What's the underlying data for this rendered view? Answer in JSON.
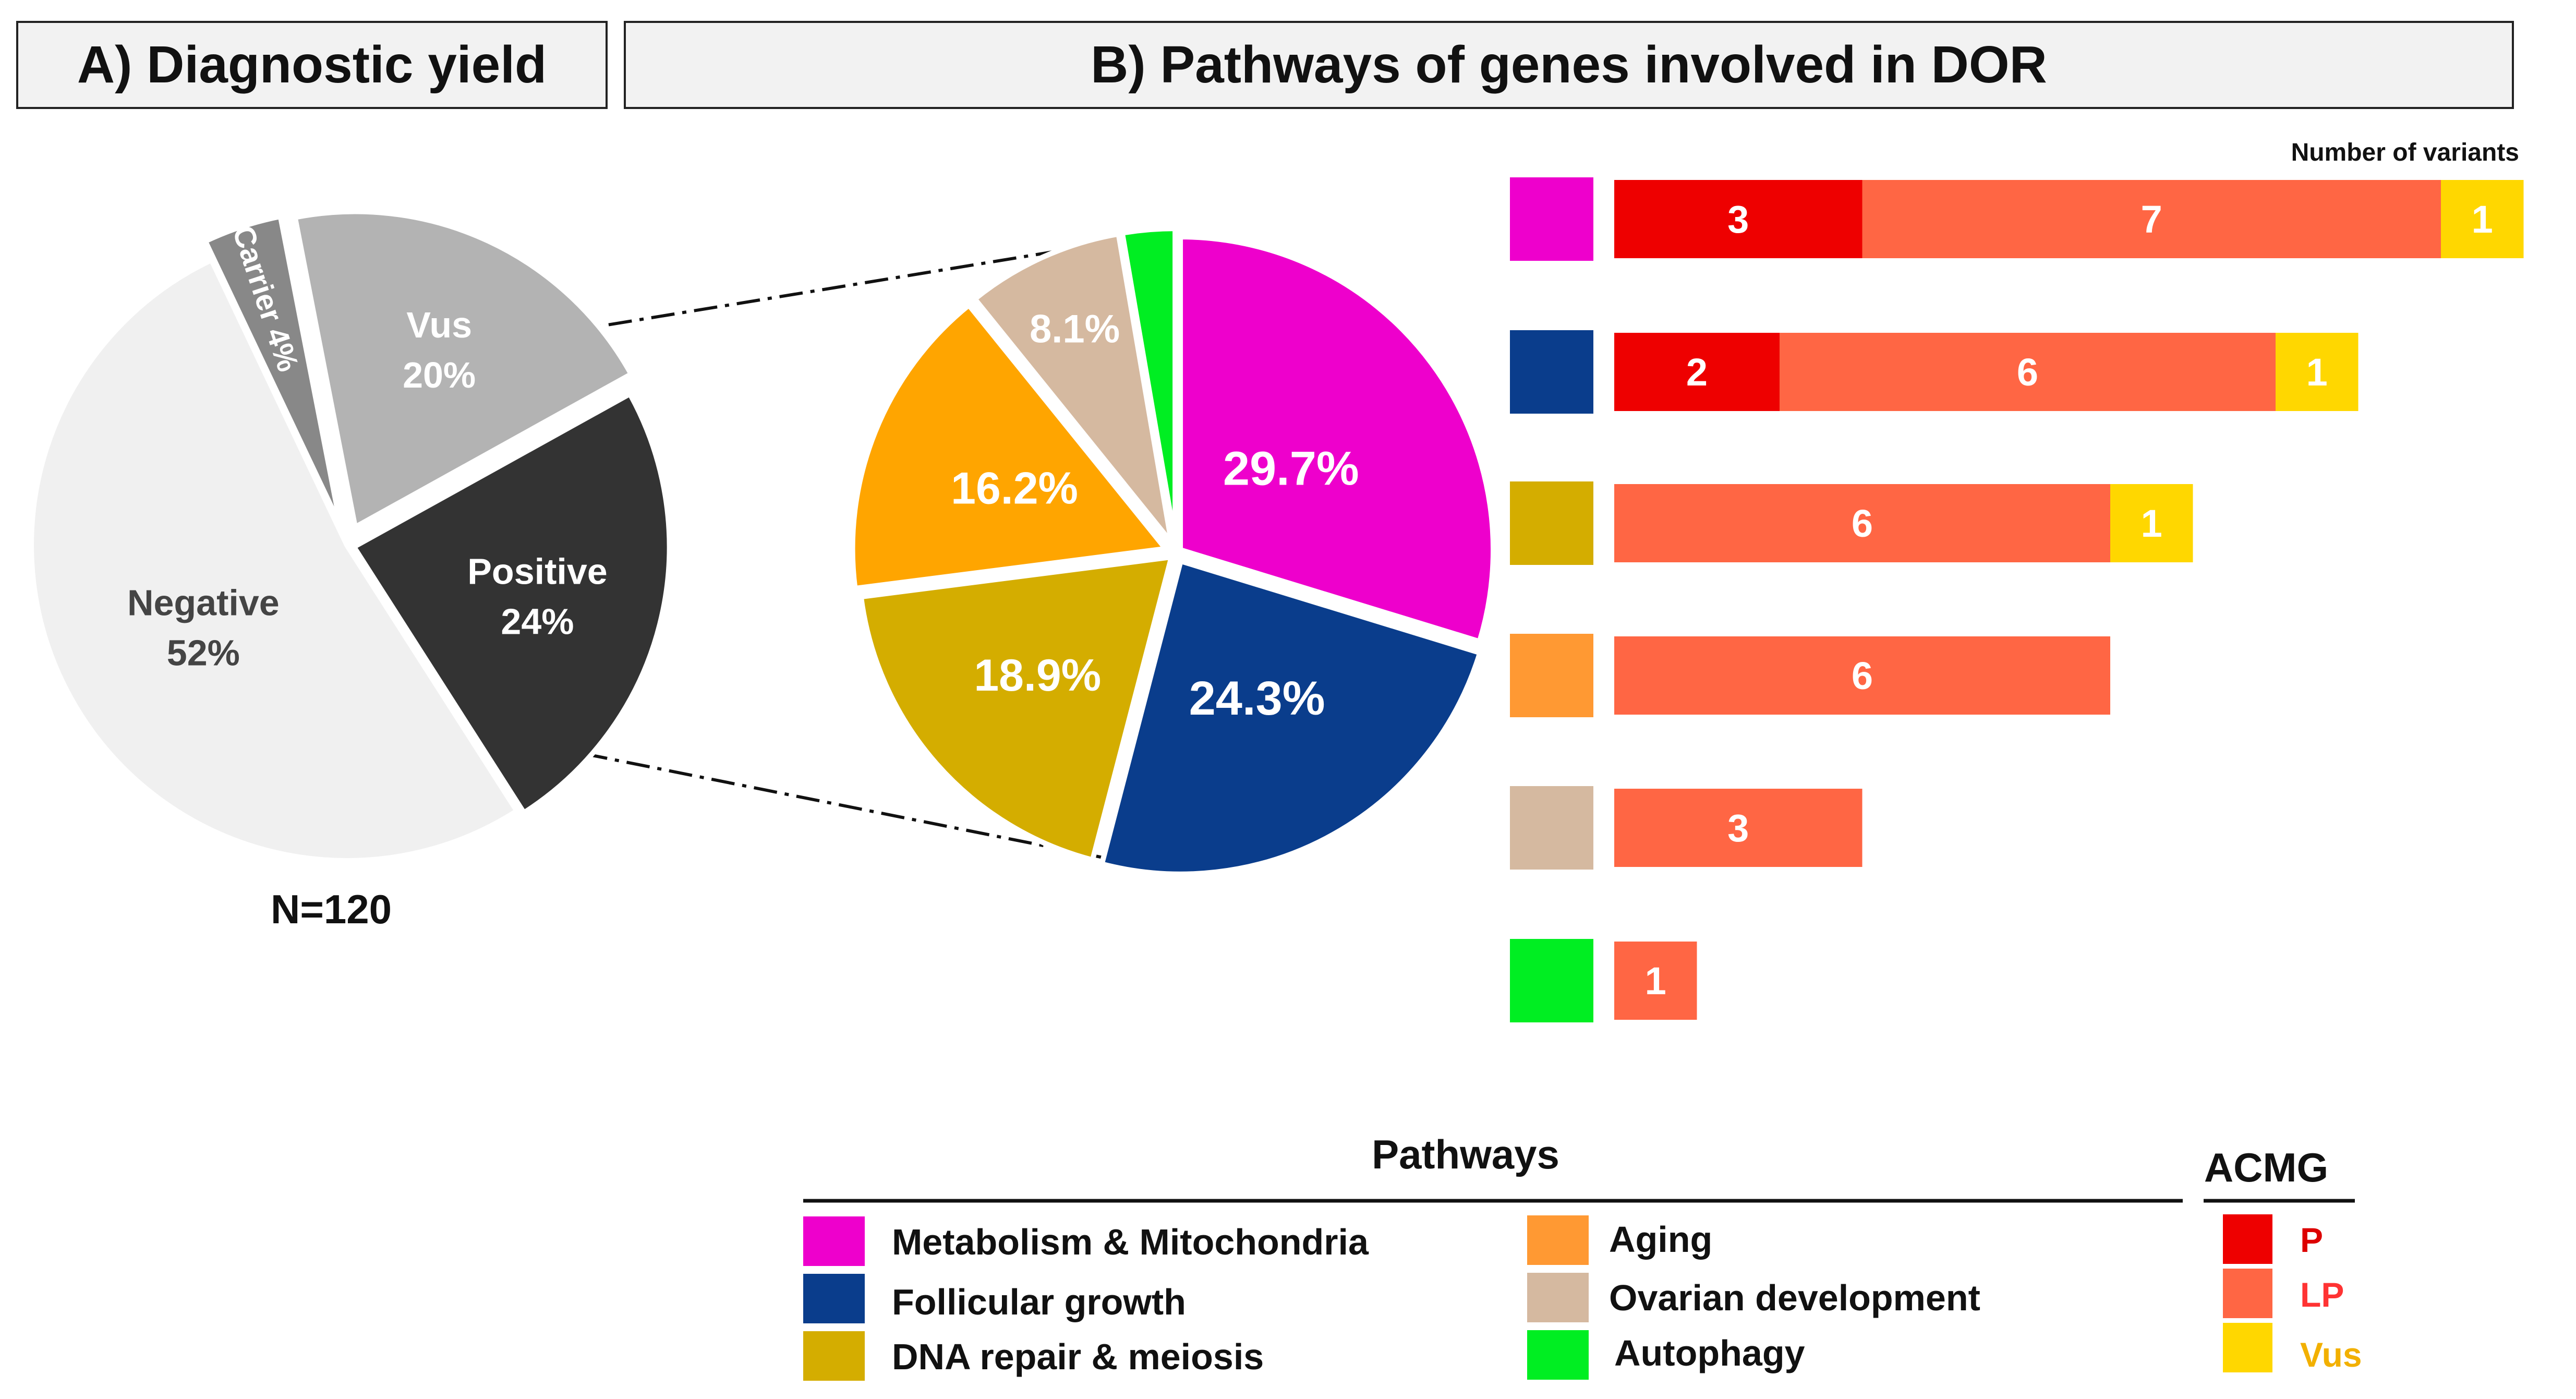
{
  "panels": {
    "a_title": "A) Diagnostic yield",
    "b_title": "B) Pathways of genes involved in DOR"
  },
  "chart_data": [
    {
      "type": "pie",
      "panel": "A",
      "total_label": "N=120",
      "slices": [
        {
          "label": "Positive",
          "value": 24,
          "value_label": "24%",
          "color": "#333333"
        },
        {
          "label": "Negative",
          "value": 52,
          "value_label": "52%",
          "color": "#f0f0f0"
        },
        {
          "label": "Carrier",
          "value": 4,
          "value_label": "4%",
          "color": "#888888"
        },
        {
          "label": "Vus",
          "value": 20,
          "value_label": "20%",
          "color": "#b3b3b3"
        }
      ]
    },
    {
      "type": "pie",
      "panel": "B",
      "slices": [
        {
          "label": "Metabolism & Mitochondria",
          "value": 29.7,
          "value_label": "29.7%",
          "color": "#ee00cc"
        },
        {
          "label": "Follicular growth",
          "value": 24.3,
          "value_label": "24.3%",
          "color": "#0a3d8c"
        },
        {
          "label": "DNA repair & meiosis",
          "value": 18.9,
          "value_label": "18.9%",
          "color": "#d4ad00"
        },
        {
          "label": "Aging",
          "value": 16.2,
          "value_label": "16.2%",
          "color": "#ffa500"
        },
        {
          "label": "Ovarian development",
          "value": 8.1,
          "value_label": "8.1%",
          "color": "#d5b9a0"
        },
        {
          "label": "Autophagy",
          "value": 2.7,
          "value_label": "",
          "color": "#00ee22"
        }
      ]
    },
    {
      "type": "bar",
      "orientation": "horizontal",
      "stacked": true,
      "panel": "B",
      "title": "Number of variants",
      "categories": [
        "Metabolism & Mitochondria",
        "Follicular growth",
        "DNA repair & meiosis",
        "Aging",
        "Ovarian development",
        "Autophagy"
      ],
      "category_colors": [
        "#ee00cc",
        "#0a3d8c",
        "#d4ad00",
        "#ff9933",
        "#d5b9a0",
        "#00ee22"
      ],
      "series": [
        {
          "name": "P",
          "color": "#ee0000",
          "values": [
            3,
            2,
            0,
            0,
            0,
            0
          ]
        },
        {
          "name": "LP",
          "color": "#ff6644",
          "values": [
            7,
            6,
            6,
            6,
            3,
            1
          ]
        },
        {
          "name": "Vus",
          "color": "#ffd700",
          "values": [
            1,
            1,
            1,
            0,
            0,
            0
          ]
        }
      ]
    }
  ],
  "legend": {
    "pathways_title": "Pathways",
    "acmg_title": "ACMG",
    "acmg_text_colors": [
      "#dd0000",
      "#ff3333",
      "#f2b000"
    ]
  }
}
